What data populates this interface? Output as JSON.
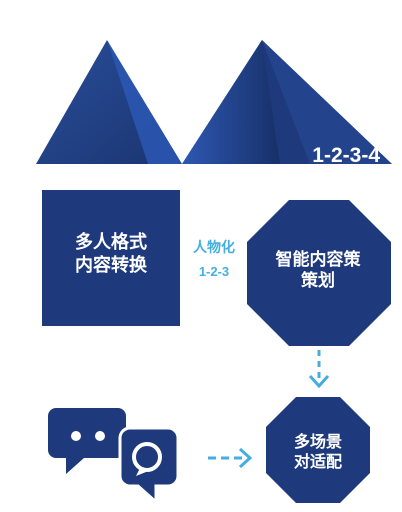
{
  "title": "1-2-3-4",
  "square_label": [
    "多人格式",
    "内容转换"
  ],
  "transform_label": "人物化",
  "transform_sub": "1-2-3",
  "octagon_label": [
    "智能内容策",
    "策划"
  ],
  "small_octagon_label": [
    "多场景",
    "对适配"
  ],
  "colors": {
    "primary": "#1e3a7c",
    "accent": "#45aee0",
    "light_triangle": "#3d67bf"
  }
}
